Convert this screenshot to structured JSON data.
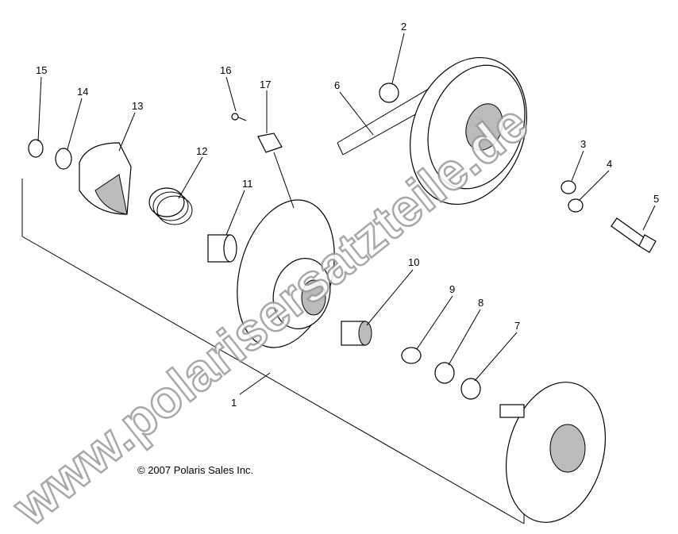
{
  "callouts": [
    "1",
    "2",
    "3",
    "4",
    "5",
    "6",
    "7",
    "8",
    "9",
    "10",
    "11",
    "12",
    "13",
    "14",
    "15",
    "16",
    "17"
  ],
  "copyright": "© 2007 Polaris Sales Inc.",
  "watermark": "www.polarisersatzteile.de"
}
